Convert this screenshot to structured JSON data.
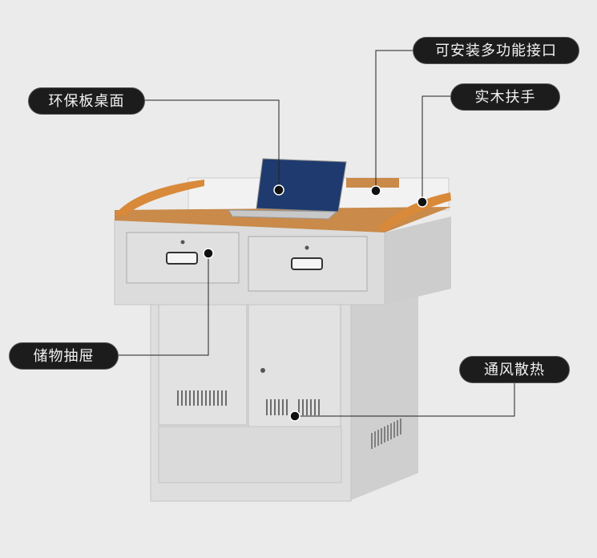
{
  "callouts": {
    "interface": "可安装多功能接口",
    "armrest": "实木扶手",
    "desktop": "环保板桌面",
    "drawers": "储物抽屉",
    "ventilation": "通风散热"
  },
  "colors": {
    "background": "#ebebeb",
    "pill": "#1c1c1c",
    "wood": "#c98a4a",
    "metal": "#dcdcdc"
  }
}
